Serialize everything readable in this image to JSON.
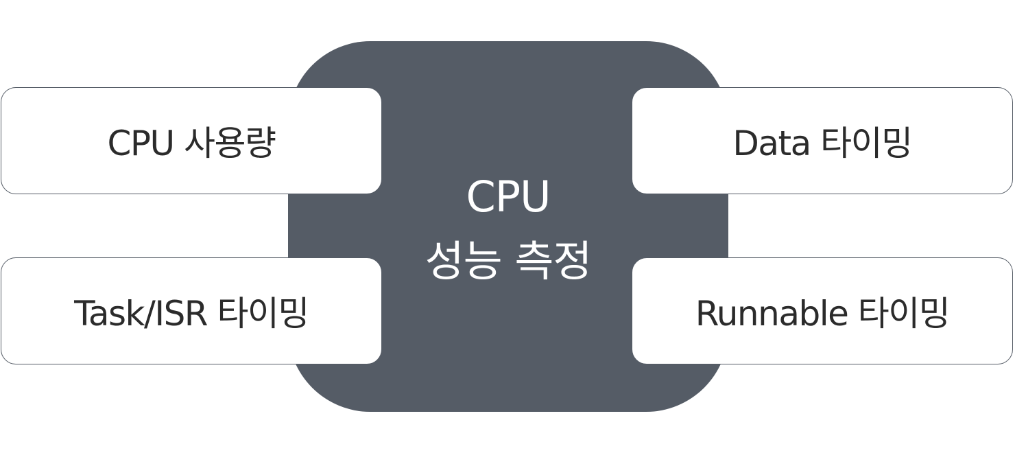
{
  "center": {
    "line1": "CPU",
    "line2": "성능 측정"
  },
  "items": {
    "top_left": "CPU 사용량",
    "top_right": "Data 타이밍",
    "bottom_left": "Task/ISR 타이밍",
    "bottom_right": "Runnable 타이밍"
  },
  "colors": {
    "center_fill": "#555c66",
    "card_fill": "#ffffff",
    "card_border": "#555c66",
    "card_text": "#2b2b2b",
    "center_text": "#ffffff"
  }
}
